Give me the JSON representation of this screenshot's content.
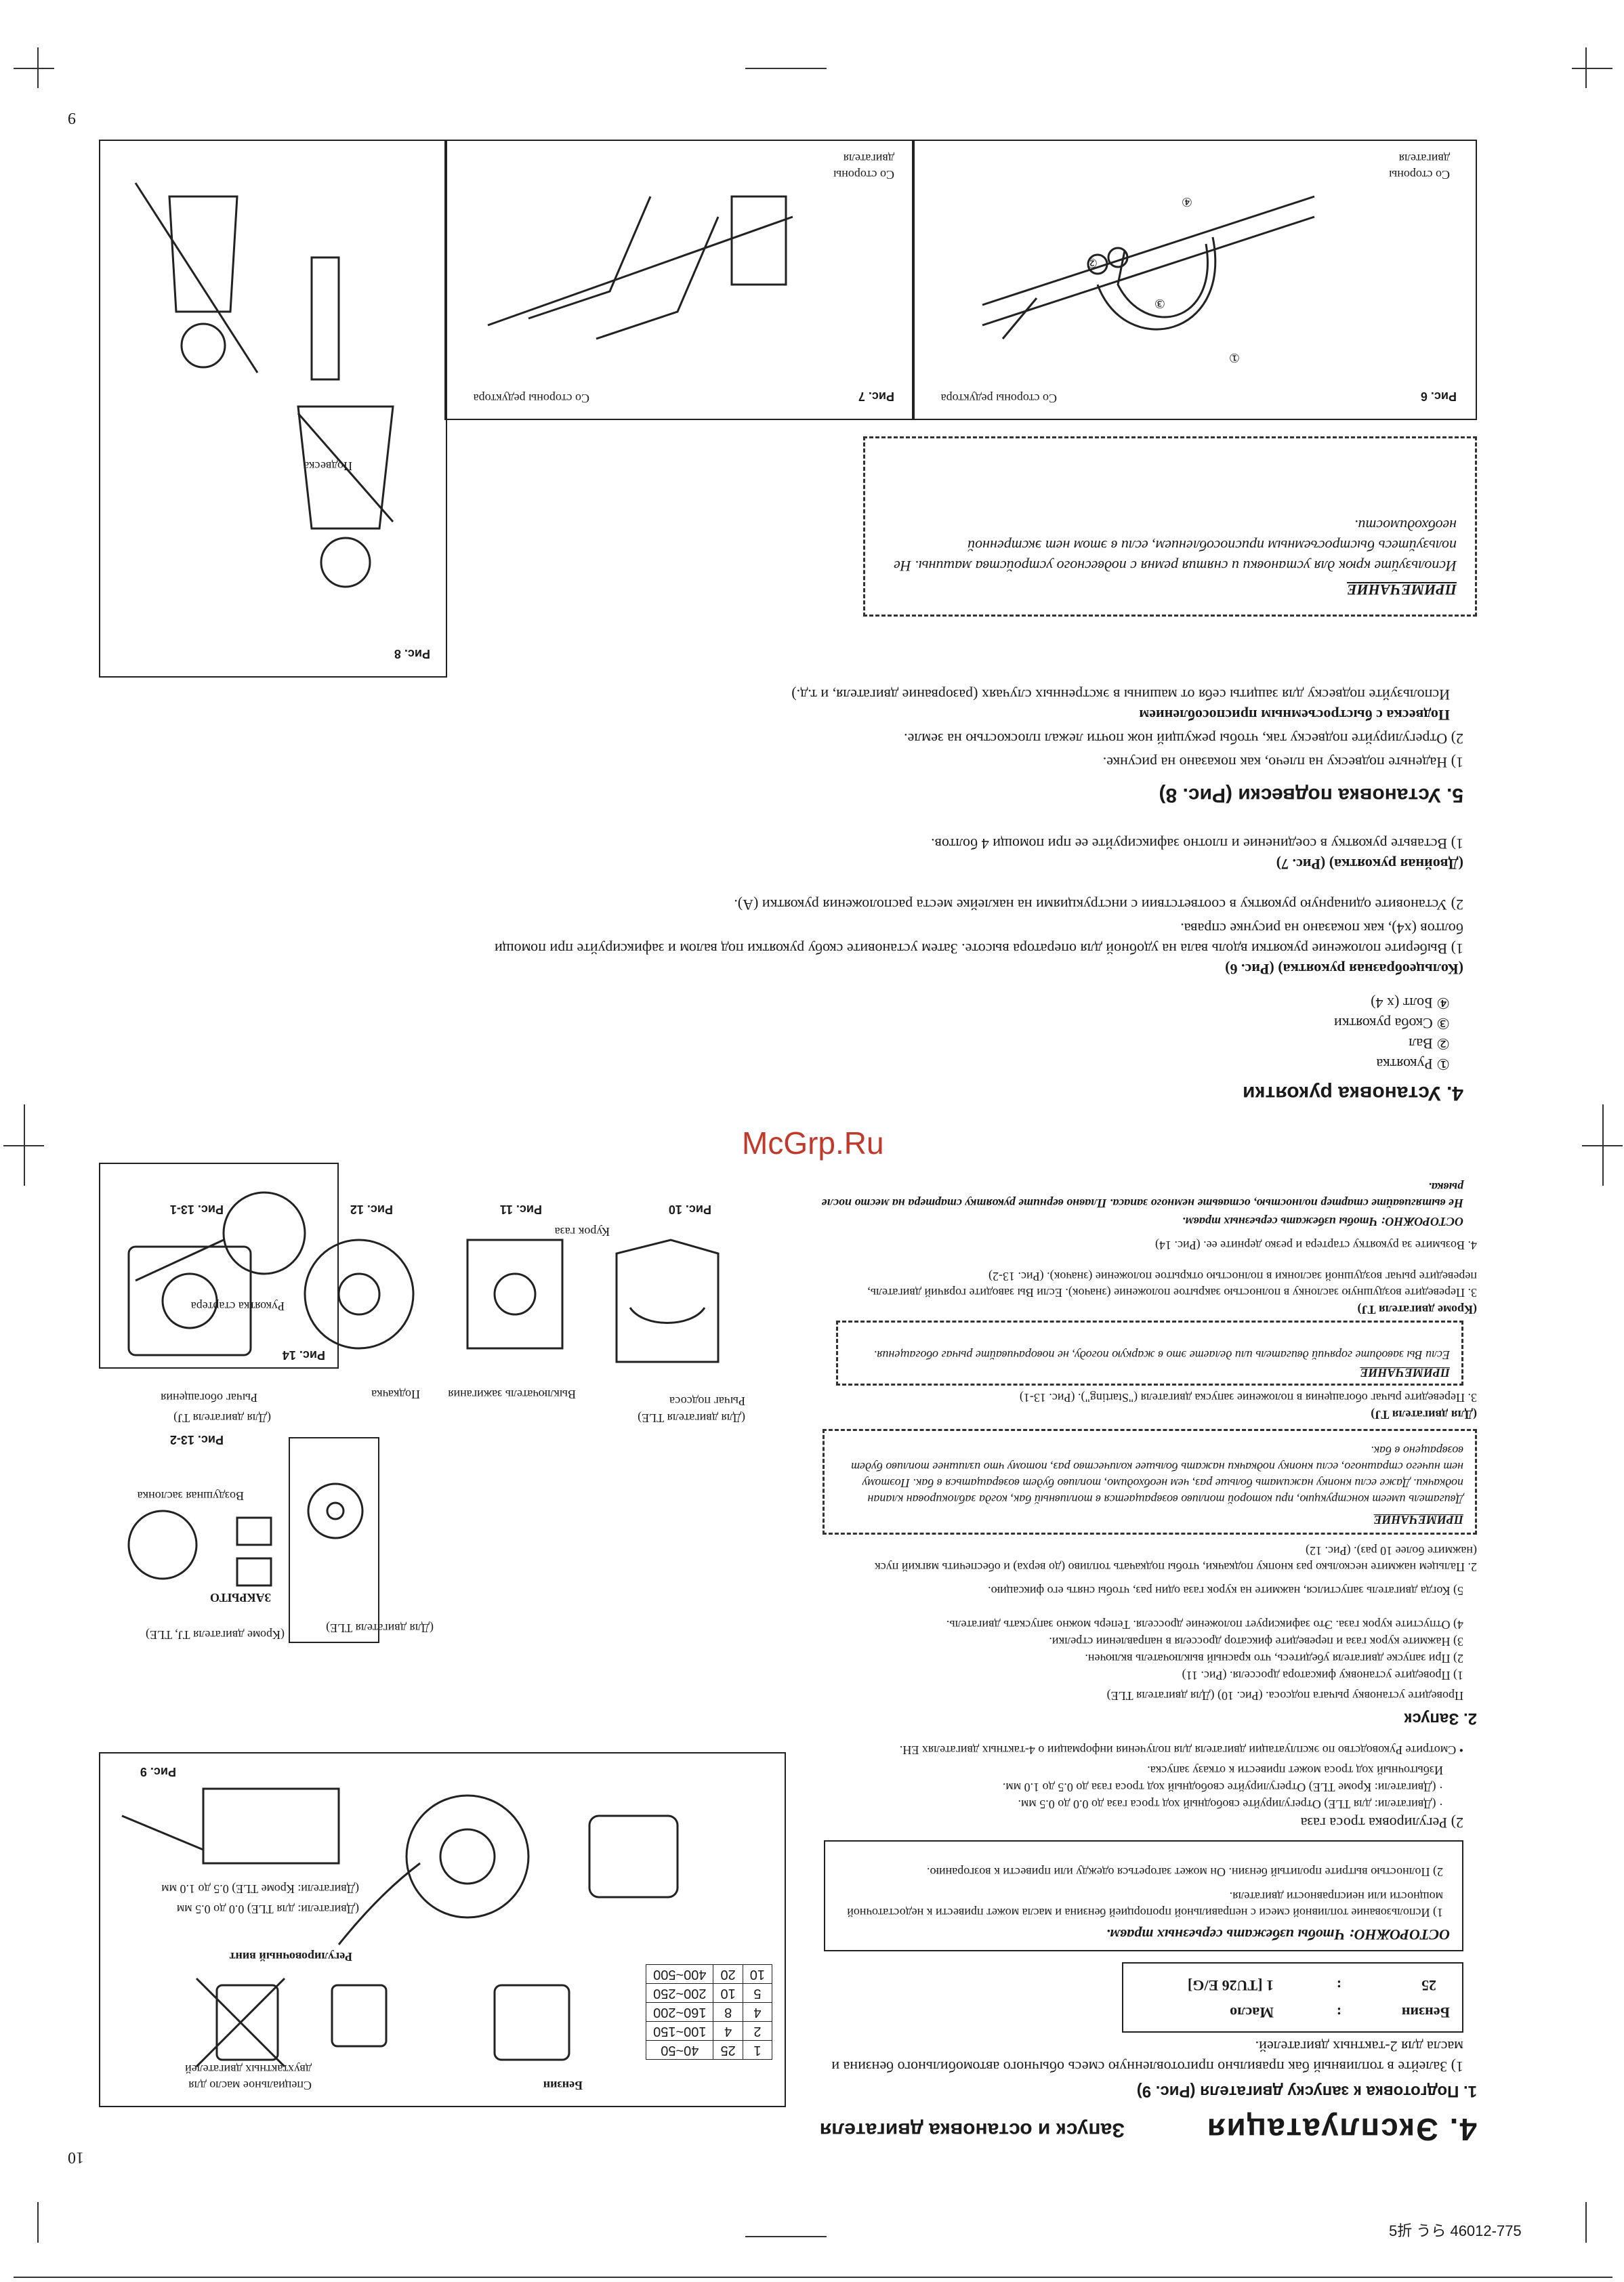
{
  "page": {
    "left_page_number": "9",
    "right_page_number": "10",
    "watermark": "McGrp.Ru",
    "print_code": "5折 うら 46012-775"
  },
  "left": {
    "fig6": {
      "caption": "Рис. 6",
      "label_engine_side": "Со стороны двигателя",
      "label_gear_side": "Со стороны редуктора",
      "callouts": [
        "①",
        "②",
        "③",
        "④"
      ]
    },
    "fig7": {
      "caption": "Рис. 7",
      "label_engine_side": "Со стороны двигателя",
      "label_gear_side": "Со стороны редуктора"
    },
    "fig8": {
      "caption": "Рис. 8",
      "label": "Подвеска"
    },
    "section4": {
      "heading": "4.  Установка рукоятки",
      "parts": [
        "① Рукоятка",
        "② Вал",
        "③ Скоба рукоятки",
        "④ Болт (х 4)"
      ],
      "sub1": "(Кольцеобразная рукоятка) (Рис. 6)",
      "p1": "1)  Выберите положение рукоятки вдоль вала на удобной для оператора высоте. Затем установите скобу рукоятки под валом и зафиксируйте при помощи болтов (х4), как показано на рисунке справа.",
      "p2": "2)  Установите одинарную рукоятку в соответствии с инструкциями на наклейке места расположения рукоятки (А).",
      "sub2": "(Двойная рукоятка) (Рис. 7)",
      "p3": "1)  Вставьте рукоятку в соединение и плотно зафиксируйте ее при помощи 4 болтов."
    },
    "section5": {
      "heading": "5.  Установка подвески  (Рис. 8)",
      "p1": "1)  Наденьте подвеску на плечо, как показано на рисунке.",
      "p2": "2)  Отрегулируйте подвеску так, чтобы режущий нож почти лежал плоскостью на земле.",
      "sub": "Подвеска с быстросъемным приспособлением",
      "p3": "Используйте подвеску для защиты себя от машины в экстренных случаях (разорвание двигателя, и т.д.)"
    },
    "note": {
      "title": "ПРИМЕЧАНИЕ",
      "text": "Используйте крюк для установки и снятия ремня с подвесного устройства машины. Не пользуйтесь быстросъемным приспособлением, если в этом нет экстренной необходимости."
    }
  },
  "right": {
    "title": "4.  Эксплуатация",
    "subtitle": "Запуск и остановка двигателя",
    "s1": {
      "heading": "1.  Подготовка к запуску двигателя (Рис. 9)",
      "p1": "1)  Залейте в топливный бак правильно приготовленную смесь обычного автомобильного бензина и масла для 2-тактных двигателей.",
      "table_head": [
        "Бензин",
        ":",
        "Масло"
      ],
      "table_row": [
        "25",
        ":",
        "1 [TU26 E/G]"
      ]
    },
    "warning1": {
      "title": "ОСТОРОЖНО: Чтобы избежать серьезных травм.",
      "items": [
        "1)  Использование топливной смеси с неправильной пропорцией бензина и масла может привести к недостаточной мощности или неисправности двигателя.",
        "2)  Полностью вытрите пролитый бензин. Он может загореться одежду или привести к возгоранию."
      ]
    },
    "s1_more": {
      "p2": "2)  Регулировка троса газа",
      "p2a": "· (Двигатели: для TLE) Отрегулируйте свободный ход троса газа до 0.0 до 0.5 мм.",
      "p2b": "· (Двигатели: Кроме TLE) Отрегулируйте свободный ход троса газа до 0.5 до 1.0 мм.",
      "p2c": "Избыточный ход троса может привести к отказу запуска.",
      "p2d": "• Смотрите Руководство по эксплуатации двигателя для получения информации о 4-тактных двигателях EH."
    },
    "s2": {
      "heading": "2.  Запуск",
      "intro": "Проведите установку рычага подсоса. (Рис. 10)  (Для двигателя TLE)",
      "p1": "1)  Проведите установку фиксатора дросселя.  (Рис. 11)",
      "p2": "2)  При запуске двигателя убедитесь, что красный выключатель включен.",
      "p3": "3)  Нажмите курок газа и переведите фиксатор дросселя в направлении стрелки.",
      "p4": "4)  Отпустите курок газа. Это зафиксирует положение дросселя. Теперь можно запускать двигатель.",
      "p5": "5)  Когда двигатель запустился, нажмите на курок газа один раз, чтобы снять его фиксацию.",
      "s2_2": "2.  Пальцем нажмите несколько раз кнопку подкачки, чтобы подкачать топливо (до верха) и обеспечить мягкий пуск (нажмите более 10 раз). (Рис. 12)"
    },
    "note2": {
      "title": "ПРИМЕЧАНИЕ",
      "text": "Двигатель имеет конструкцию, при которой топливо возвращается в топливный бак, когда заблокирован клапан подкачки. Даже если кнопку нажимать больше раз, чем необходимо, топливо будет возвращаться в бак. Поэтому нет ничего страшного, если кнопку подкачки нажать большее количество раз, потому что излишнее топливо будет возвращено в бак."
    },
    "s3": {
      "for_tj": "(Для двигателя TJ)",
      "p": "3.  Переведите рычаг обогащения в положение запуска двигателя (\"Starting\"). (Рис. 13-1)",
      "note_title": "ПРИМЕЧАНИЕ",
      "note_text": "Если Вы заводите горячий двигатель или делаете это в жаркую погоду, не поворачивайте рычаг обогащения.",
      "except_tj": "(Кроме двигателя TJ)",
      "p_except": "3.  Переведите воздушную заслонку в полностью закрытое положение (значок). Если Вы заводите горячий двигатель, переведите рычаг воздушной заслонки в полностью открытое положение (значок). (Рис. 13-2)"
    },
    "figs": {
      "fig9": "Рис. 9",
      "fig10": "Рис. 10",
      "fig11": "Рис. 11",
      "fig12": "Рис. 12",
      "fig13_1": "Рис. 13-1",
      "fig13_2": "Рис. 13-2",
      "fig14": "Рис. 14",
      "fig9_gas": "Бензин",
      "fig9_oil": "Специальное масло для двухтактных двигателей",
      "fig9_screw": "Регулировочный винт",
      "fig9_tle": "(Двигатели: для TLE)  0.0 до 0.5 мм",
      "fig9_other": "(Двигатели: Кроме TLE)  0.5 до 1.0 мм",
      "fig10_tle": "(Для двигателя TLE)",
      "fig10_lever": "Рычаг подсоса",
      "fig10_trigger": "Курок газа",
      "fig11_switch": "Выключатель зажигания",
      "fig12_primer": "Подкачка",
      "fig13_tj": "(Для двигателя TJ)",
      "fig13_lever": "Рычаг обогащения",
      "fig13_except": "(Кроме двигателя TJ, TLE)",
      "fig13_closed": "ЗАКРЫТО",
      "fig13_choke": "Воздушная заслонка",
      "fig13_tle": "(Для двигателя TLE)",
      "fig14_handle": "Рукоятка стартера"
    },
    "mix_table": [
      [
        "1",
        "25",
        "40~50"
      ],
      [
        "2",
        "4",
        "100~150"
      ],
      [
        "4",
        "8",
        "160~200"
      ],
      [
        "5",
        "10",
        "200~250"
      ],
      [
        "10",
        "20",
        "400~500"
      ]
    ],
    "s4": {
      "p": "4.  Возьмите за рукоятку стартера и резко дерните ее.  (Рис. 14)",
      "warn_title": "ОСТОРОЖНО: Чтобы избежать серьезных травм.",
      "warn_text": "Не вытягивайте стартер полностью, оставьте немного запаса. Плавно верните рукоятку стартера на место после рывка."
    }
  }
}
